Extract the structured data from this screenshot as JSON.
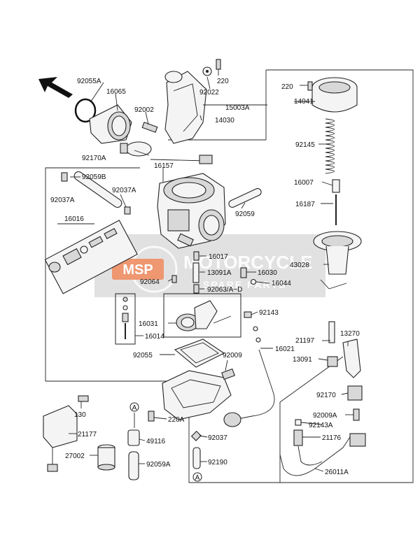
{
  "diagram": {
    "labels": {
      "p92055A": "92055A",
      "p16065": "16065",
      "p92002": "92002",
      "p92022": "92022",
      "p220a": "220",
      "p220b": "220",
      "p14041": "14041",
      "p15003A": "15003A",
      "p14030": "14030",
      "p92170A": "92170A",
      "p92145": "92145",
      "p16157": "16157",
      "p92059B": "92059B",
      "p92037A_1": "92037A",
      "p92037A_2": "92037A",
      "p16007": "16007",
      "p16187": "16187",
      "p92059": "92059",
      "p16016": "16016",
      "p16017": "16017",
      "p13091A": "13091A",
      "p16030": "16030",
      "p16044": "16044",
      "p43028": "43028",
      "p92064": "92064",
      "p92063": "92063/A~D",
      "p92143": "92143",
      "p16031": "16031",
      "p16014": "16014",
      "p21197": "21197",
      "p13270": "13270",
      "p16021": "16021",
      "p13091": "13091",
      "p92055": "92055",
      "p92009": "92009",
      "p92170": "92170",
      "p130": "130",
      "p92009A": "92009A",
      "p92143A": "92143A",
      "p220A": "220A",
      "p21177": "21177",
      "p49116": "49116",
      "p92037": "92037",
      "p21176": "21176",
      "p27002": "27002",
      "p92059A": "92059A",
      "p92190": "92190",
      "p26011A": "26011A",
      "refA1": "A",
      "refA2": "A"
    },
    "watermark": {
      "line1": "MOTORCYCLE",
      "line2": "SPARE PARTS",
      "logo": "MSP"
    },
    "colors": {
      "watermark": "#c9c9c9",
      "logo": "#f08a5d"
    }
  }
}
